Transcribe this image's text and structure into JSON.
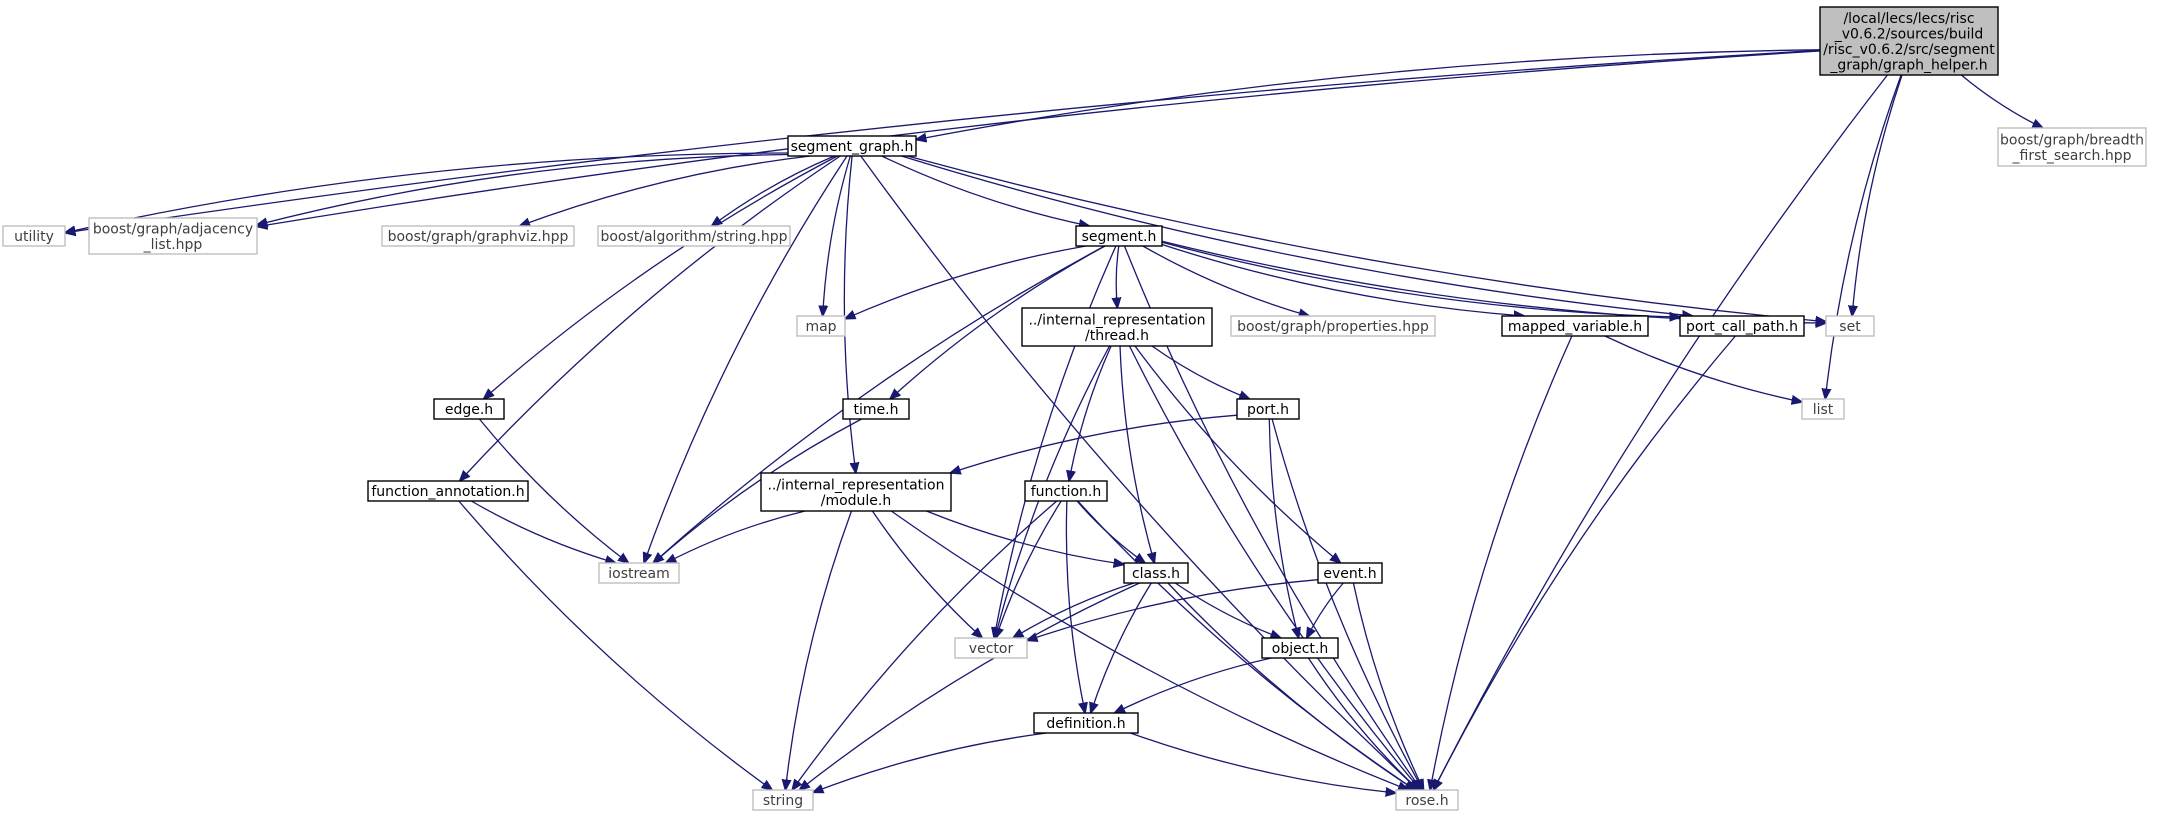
{
  "nodes": [
    {
      "id": "root",
      "kind": "root",
      "lines": [
        "/local/lecs/lecs/risc",
        "_v0.6.2/sources/build",
        "/risc_v0.6.2/src/segment",
        "_graph/graph_helper.h"
      ]
    },
    {
      "id": "segment_graph",
      "kind": "local",
      "lines": [
        "segment_graph.h"
      ]
    },
    {
      "id": "breadth_first",
      "kind": "system",
      "lines": [
        "boost/graph/breadth",
        "_first_search.hpp"
      ]
    },
    {
      "id": "utility",
      "kind": "system",
      "lines": [
        "utility"
      ]
    },
    {
      "id": "adjacency_list",
      "kind": "system",
      "lines": [
        "boost/graph/adjacency",
        "_list.hpp"
      ]
    },
    {
      "id": "graphviz",
      "kind": "system",
      "lines": [
        "boost/graph/graphviz.hpp"
      ]
    },
    {
      "id": "algorithm_string",
      "kind": "system",
      "lines": [
        "boost/algorithm/string.hpp"
      ]
    },
    {
      "id": "segment",
      "kind": "local",
      "lines": [
        "segment.h"
      ]
    },
    {
      "id": "map",
      "kind": "system",
      "lines": [
        "map"
      ]
    },
    {
      "id": "thread",
      "kind": "local",
      "lines": [
        "../internal_representation",
        "/thread.h"
      ]
    },
    {
      "id": "properties",
      "kind": "system",
      "lines": [
        "boost/graph/properties.hpp"
      ]
    },
    {
      "id": "mapped_variable",
      "kind": "local",
      "lines": [
        "mapped_variable.h"
      ]
    },
    {
      "id": "port_call_path",
      "kind": "local",
      "lines": [
        "port_call_path.h"
      ]
    },
    {
      "id": "set",
      "kind": "system",
      "lines": [
        "set"
      ]
    },
    {
      "id": "list",
      "kind": "system",
      "lines": [
        "list"
      ]
    },
    {
      "id": "edge",
      "kind": "local",
      "lines": [
        "edge.h"
      ]
    },
    {
      "id": "time",
      "kind": "local",
      "lines": [
        "time.h"
      ]
    },
    {
      "id": "port",
      "kind": "local",
      "lines": [
        "port.h"
      ]
    },
    {
      "id": "function_annotation",
      "kind": "local",
      "lines": [
        "function_annotation.h"
      ]
    },
    {
      "id": "module",
      "kind": "local",
      "lines": [
        "../internal_representation",
        "/module.h"
      ]
    },
    {
      "id": "function",
      "kind": "local",
      "lines": [
        "function.h"
      ]
    },
    {
      "id": "iostream",
      "kind": "system",
      "lines": [
        "iostream"
      ]
    },
    {
      "id": "class",
      "kind": "local",
      "lines": [
        "class.h"
      ]
    },
    {
      "id": "event",
      "kind": "local",
      "lines": [
        "event.h"
      ]
    },
    {
      "id": "vector",
      "kind": "system",
      "lines": [
        "vector"
      ]
    },
    {
      "id": "object",
      "kind": "local",
      "lines": [
        "object.h"
      ]
    },
    {
      "id": "definition",
      "kind": "local",
      "lines": [
        "definition.h"
      ]
    },
    {
      "id": "string",
      "kind": "system",
      "lines": [
        "string"
      ]
    },
    {
      "id": "rose",
      "kind": "system",
      "lines": [
        "rose.h"
      ]
    }
  ],
  "edges": [
    [
      "root",
      "segment_graph"
    ],
    [
      "root",
      "breadth_first"
    ],
    [
      "root",
      "utility"
    ],
    [
      "root",
      "adjacency_list"
    ],
    [
      "root",
      "set"
    ],
    [
      "root",
      "list"
    ],
    [
      "root",
      "rose"
    ],
    [
      "segment_graph",
      "utility"
    ],
    [
      "segment_graph",
      "adjacency_list"
    ],
    [
      "segment_graph",
      "graphviz"
    ],
    [
      "segment_graph",
      "algorithm_string"
    ],
    [
      "segment_graph",
      "segment"
    ],
    [
      "segment_graph",
      "map"
    ],
    [
      "segment_graph",
      "port_call_path"
    ],
    [
      "segment_graph",
      "set"
    ],
    [
      "segment_graph",
      "edge"
    ],
    [
      "segment_graph",
      "function_annotation"
    ],
    [
      "segment_graph",
      "module"
    ],
    [
      "segment_graph",
      "iostream"
    ],
    [
      "segment_graph",
      "rose"
    ],
    [
      "segment",
      "map"
    ],
    [
      "segment",
      "thread"
    ],
    [
      "segment",
      "properties"
    ],
    [
      "segment",
      "mapped_variable"
    ],
    [
      "segment",
      "port_call_path"
    ],
    [
      "segment",
      "set"
    ],
    [
      "segment",
      "time"
    ],
    [
      "segment",
      "iostream"
    ],
    [
      "segment",
      "vector"
    ],
    [
      "segment",
      "rose"
    ],
    [
      "thread",
      "port"
    ],
    [
      "thread",
      "function"
    ],
    [
      "thread",
      "class"
    ],
    [
      "thread",
      "event"
    ],
    [
      "thread",
      "vector"
    ],
    [
      "thread",
      "rose"
    ],
    [
      "mapped_variable",
      "list"
    ],
    [
      "mapped_variable",
      "rose"
    ],
    [
      "port_call_path",
      "rose"
    ],
    [
      "edge",
      "iostream"
    ],
    [
      "time",
      "iostream"
    ],
    [
      "port",
      "module"
    ],
    [
      "port",
      "object"
    ],
    [
      "port",
      "rose"
    ],
    [
      "function_annotation",
      "iostream"
    ],
    [
      "function_annotation",
      "string"
    ],
    [
      "module",
      "iostream"
    ],
    [
      "module",
      "class"
    ],
    [
      "module",
      "vector"
    ],
    [
      "module",
      "string"
    ],
    [
      "module",
      "rose"
    ],
    [
      "function",
      "class"
    ],
    [
      "function",
      "vector"
    ],
    [
      "function",
      "definition"
    ],
    [
      "function",
      "string"
    ],
    [
      "function",
      "rose"
    ],
    [
      "class",
      "vector"
    ],
    [
      "class",
      "object"
    ],
    [
      "class",
      "definition"
    ],
    [
      "class",
      "string"
    ],
    [
      "class",
      "rose"
    ],
    [
      "event",
      "vector"
    ],
    [
      "event",
      "object"
    ],
    [
      "event",
      "rose"
    ],
    [
      "object",
      "definition"
    ],
    [
      "object",
      "rose"
    ],
    [
      "definition",
      "string"
    ],
    [
      "definition",
      "rose"
    ]
  ]
}
